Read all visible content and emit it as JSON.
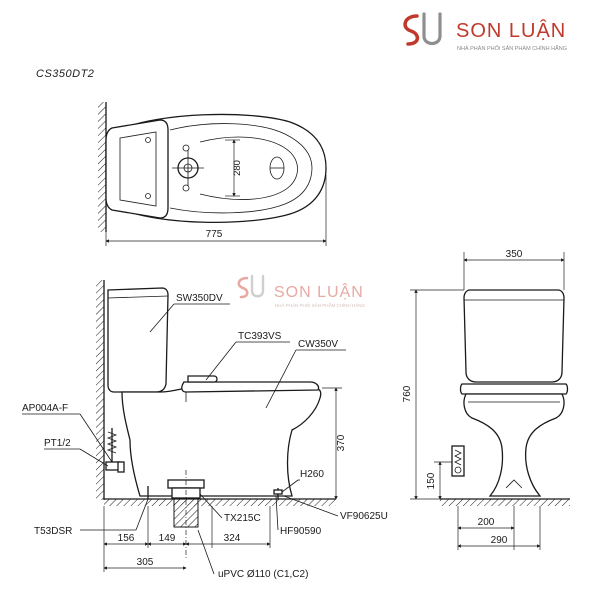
{
  "brand": {
    "name": "SON LUẬN",
    "tagline": "NHÀ PHÂN PHỐI SẢN PHẨM CHÍNH HÃNG",
    "logo_color": "#c0392b",
    "logo_icon": "su-monogram-logo"
  },
  "watermark": {
    "name": "SON LUẬN",
    "tagline": "NHÀ PHÂN PHỐI SẢN PHẨM CHÍNH HÃNG",
    "color": "#e7a9a2"
  },
  "model": "CS350DT2",
  "parts": {
    "tank": "SW350DV",
    "seat": "TC393VS",
    "bowl": "CW350V",
    "angle_valve": "AP004A-F",
    "pipe_thread": "PT1/2",
    "height_marker": "H260",
    "valve_part": "VF90625U",
    "flange": "TX215C",
    "hose": "HF90590",
    "supply": "T53DSR",
    "drain_pipe": "uPVC Ø110 (C1,C2)"
  },
  "dimensions": {
    "top_width": "775",
    "top_depth": "280",
    "side_h370": "370",
    "side_h150": "150",
    "side_d156": "156",
    "side_d149": "149",
    "side_d324": "324",
    "side_d305": "305",
    "front_w350": "350",
    "front_h760": "760",
    "front_w200": "200",
    "front_w290": "290"
  }
}
